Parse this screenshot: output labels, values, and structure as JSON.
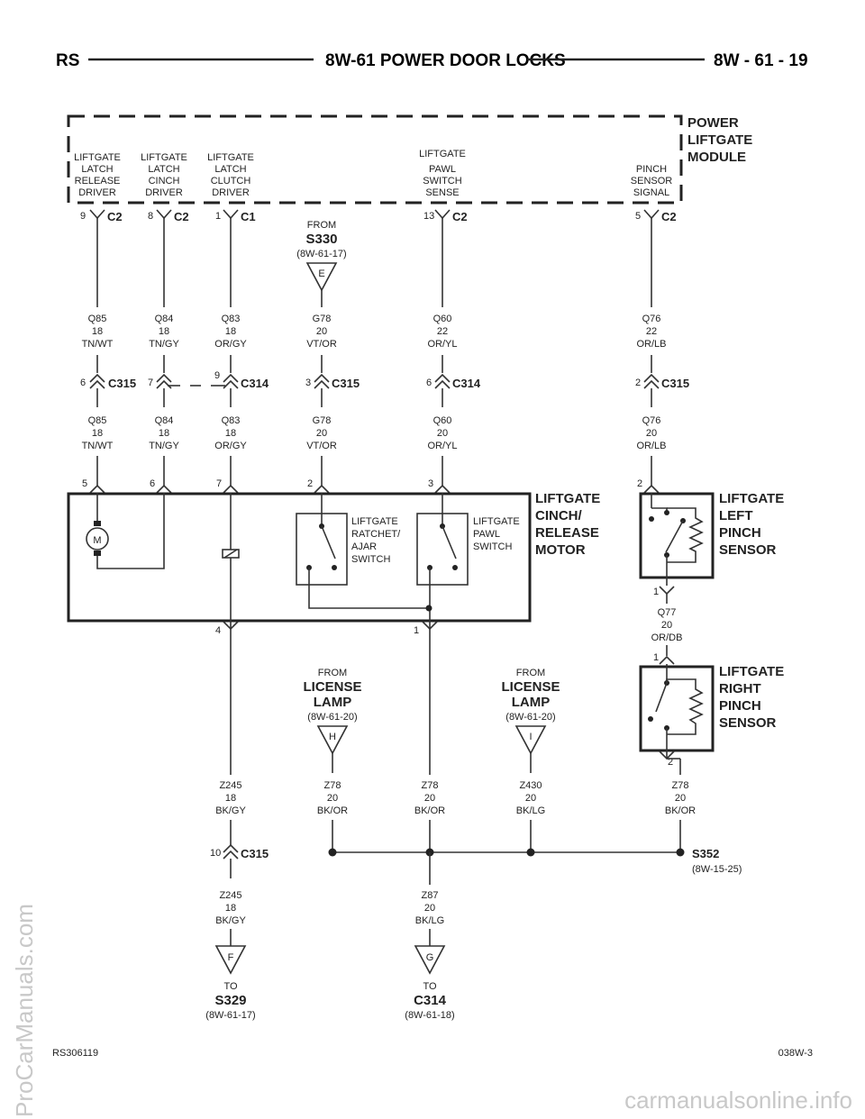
{
  "header": {
    "left": "RS",
    "title": "8W-61 POWER DOOR LOCKS",
    "right": "8W - 61 - 19"
  },
  "module": {
    "title": [
      "POWER",
      "LIFTGATE",
      "MODULE"
    ],
    "pins": [
      {
        "lines": [
          "LIFTGATE",
          "LATCH",
          "RELEASE",
          "DRIVER"
        ],
        "pin": "9",
        "conn": "C2"
      },
      {
        "lines": [
          "LIFTGATE",
          "LATCH",
          "CINCH",
          "DRIVER"
        ],
        "pin": "8",
        "conn": "C2"
      },
      {
        "lines": [
          "LIFTGATE",
          "LATCH",
          "CLUTCH",
          "DRIVER"
        ],
        "pin": "1",
        "conn": "C1"
      },
      {
        "lines": [
          "LIFTGATE",
          "PAWL",
          "SWITCH",
          "SENSE"
        ],
        "pin": "13",
        "conn": "C2"
      },
      {
        "lines": [
          "PINCH",
          "SENSOR",
          "SIGNAL"
        ],
        "pin": "5",
        "conn": "C2"
      }
    ]
  },
  "from_s330": {
    "from": "FROM",
    "name": "S330",
    "ref": "(8W-61-17)",
    "tag": "E"
  },
  "wires_upper": [
    {
      "code": "Q85",
      "gauge": "18",
      "color": "TN/WT"
    },
    {
      "code": "Q84",
      "gauge": "18",
      "color": "TN/GY"
    },
    {
      "code": "Q83",
      "gauge": "18",
      "color": "OR/GY"
    },
    {
      "code": "G78",
      "gauge": "20",
      "color": "VT/OR"
    },
    {
      "code": "Q60",
      "gauge": "22",
      "color": "OR/YL"
    },
    {
      "code": "Q76",
      "gauge": "22",
      "color": "OR/LB"
    }
  ],
  "connectors_mid": [
    {
      "pin": "6",
      "name": "C315"
    },
    {
      "pin": "7",
      "name": ""
    },
    {
      "pin": "9",
      "name": "C314"
    },
    {
      "pin": "3",
      "name": "C315"
    },
    {
      "pin": "6",
      "name": "C314"
    },
    {
      "pin": "2",
      "name": "C315"
    }
  ],
  "wires_lower": [
    {
      "code": "Q85",
      "gauge": "18",
      "color": "TN/WT"
    },
    {
      "code": "Q84",
      "gauge": "18",
      "color": "TN/GY"
    },
    {
      "code": "Q83",
      "gauge": "18",
      "color": "OR/GY"
    },
    {
      "code": "G78",
      "gauge": "20",
      "color": "VT/OR"
    },
    {
      "code": "Q60",
      "gauge": "20",
      "color": "OR/YL"
    },
    {
      "code": "Q76",
      "gauge": "20",
      "color": "OR/LB"
    }
  ],
  "motor_pins": [
    "5",
    "6",
    "7",
    "2",
    "3"
  ],
  "motor": {
    "title": [
      "LIFTGATE",
      "CINCH/",
      "RELEASE",
      "MOTOR"
    ],
    "motor_label": "M",
    "ratchet_switch": [
      "LIFTGATE",
      "RATCHET/",
      "AJAR",
      "SWITCH"
    ],
    "pawl_switch": [
      "LIFTGATE",
      "PAWL",
      "SWITCH"
    ],
    "bottom_pins": [
      "4",
      "1"
    ]
  },
  "left_sensor": {
    "title": [
      "LIFTGATE",
      "LEFT",
      "PINCH",
      "SENSOR"
    ],
    "pin_top": "2",
    "pin_bottom": "1"
  },
  "wire_q77": {
    "code": "Q77",
    "gauge": "20",
    "color": "OR/DB"
  },
  "right_sensor": {
    "title": [
      "LIFTGATE",
      "RIGHT",
      "PINCH",
      "SENSOR"
    ],
    "pin_top": "1",
    "pin_bottom": "2"
  },
  "from_license_1": {
    "from": "FROM",
    "name1": "LICENSE",
    "name2": "LAMP",
    "ref": "(8W-61-20)",
    "tag": "H"
  },
  "from_license_2": {
    "from": "FROM",
    "name1": "LICENSE",
    "name2": "LAMP",
    "ref": "(8W-61-20)",
    "tag": "I"
  },
  "ground_wires": [
    {
      "code": "Z245",
      "gauge": "18",
      "color": "BK/GY"
    },
    {
      "code": "Z78",
      "gauge": "20",
      "color": "BK/OR"
    },
    {
      "code": "Z78",
      "gauge": "20",
      "color": "BK/OR"
    },
    {
      "code": "Z430",
      "gauge": "20",
      "color": "BK/LG"
    },
    {
      "code": "Z78",
      "gauge": "20",
      "color": "BK/OR"
    }
  ],
  "c315_bottom": {
    "pin": "10",
    "name": "C315"
  },
  "splice": {
    "name": "S352",
    "ref": "(8W-15-25)"
  },
  "wire_z245_lower": {
    "code": "Z245",
    "gauge": "18",
    "color": "BK/GY"
  },
  "wire_z87": {
    "code": "Z87",
    "gauge": "20",
    "color": "BK/LG"
  },
  "to_s329": {
    "to": "TO",
    "name": "S329",
    "ref": "(8W-61-17)",
    "tag": "F"
  },
  "to_c314": {
    "to": "TO",
    "name": "C314",
    "ref": "(8W-61-18)",
    "tag": "G"
  },
  "footer": {
    "left": "RS306119",
    "right": "038W-3"
  },
  "watermarks": {
    "left": "ProCarManuals.com",
    "bottom": "carmanualsonline.info"
  }
}
